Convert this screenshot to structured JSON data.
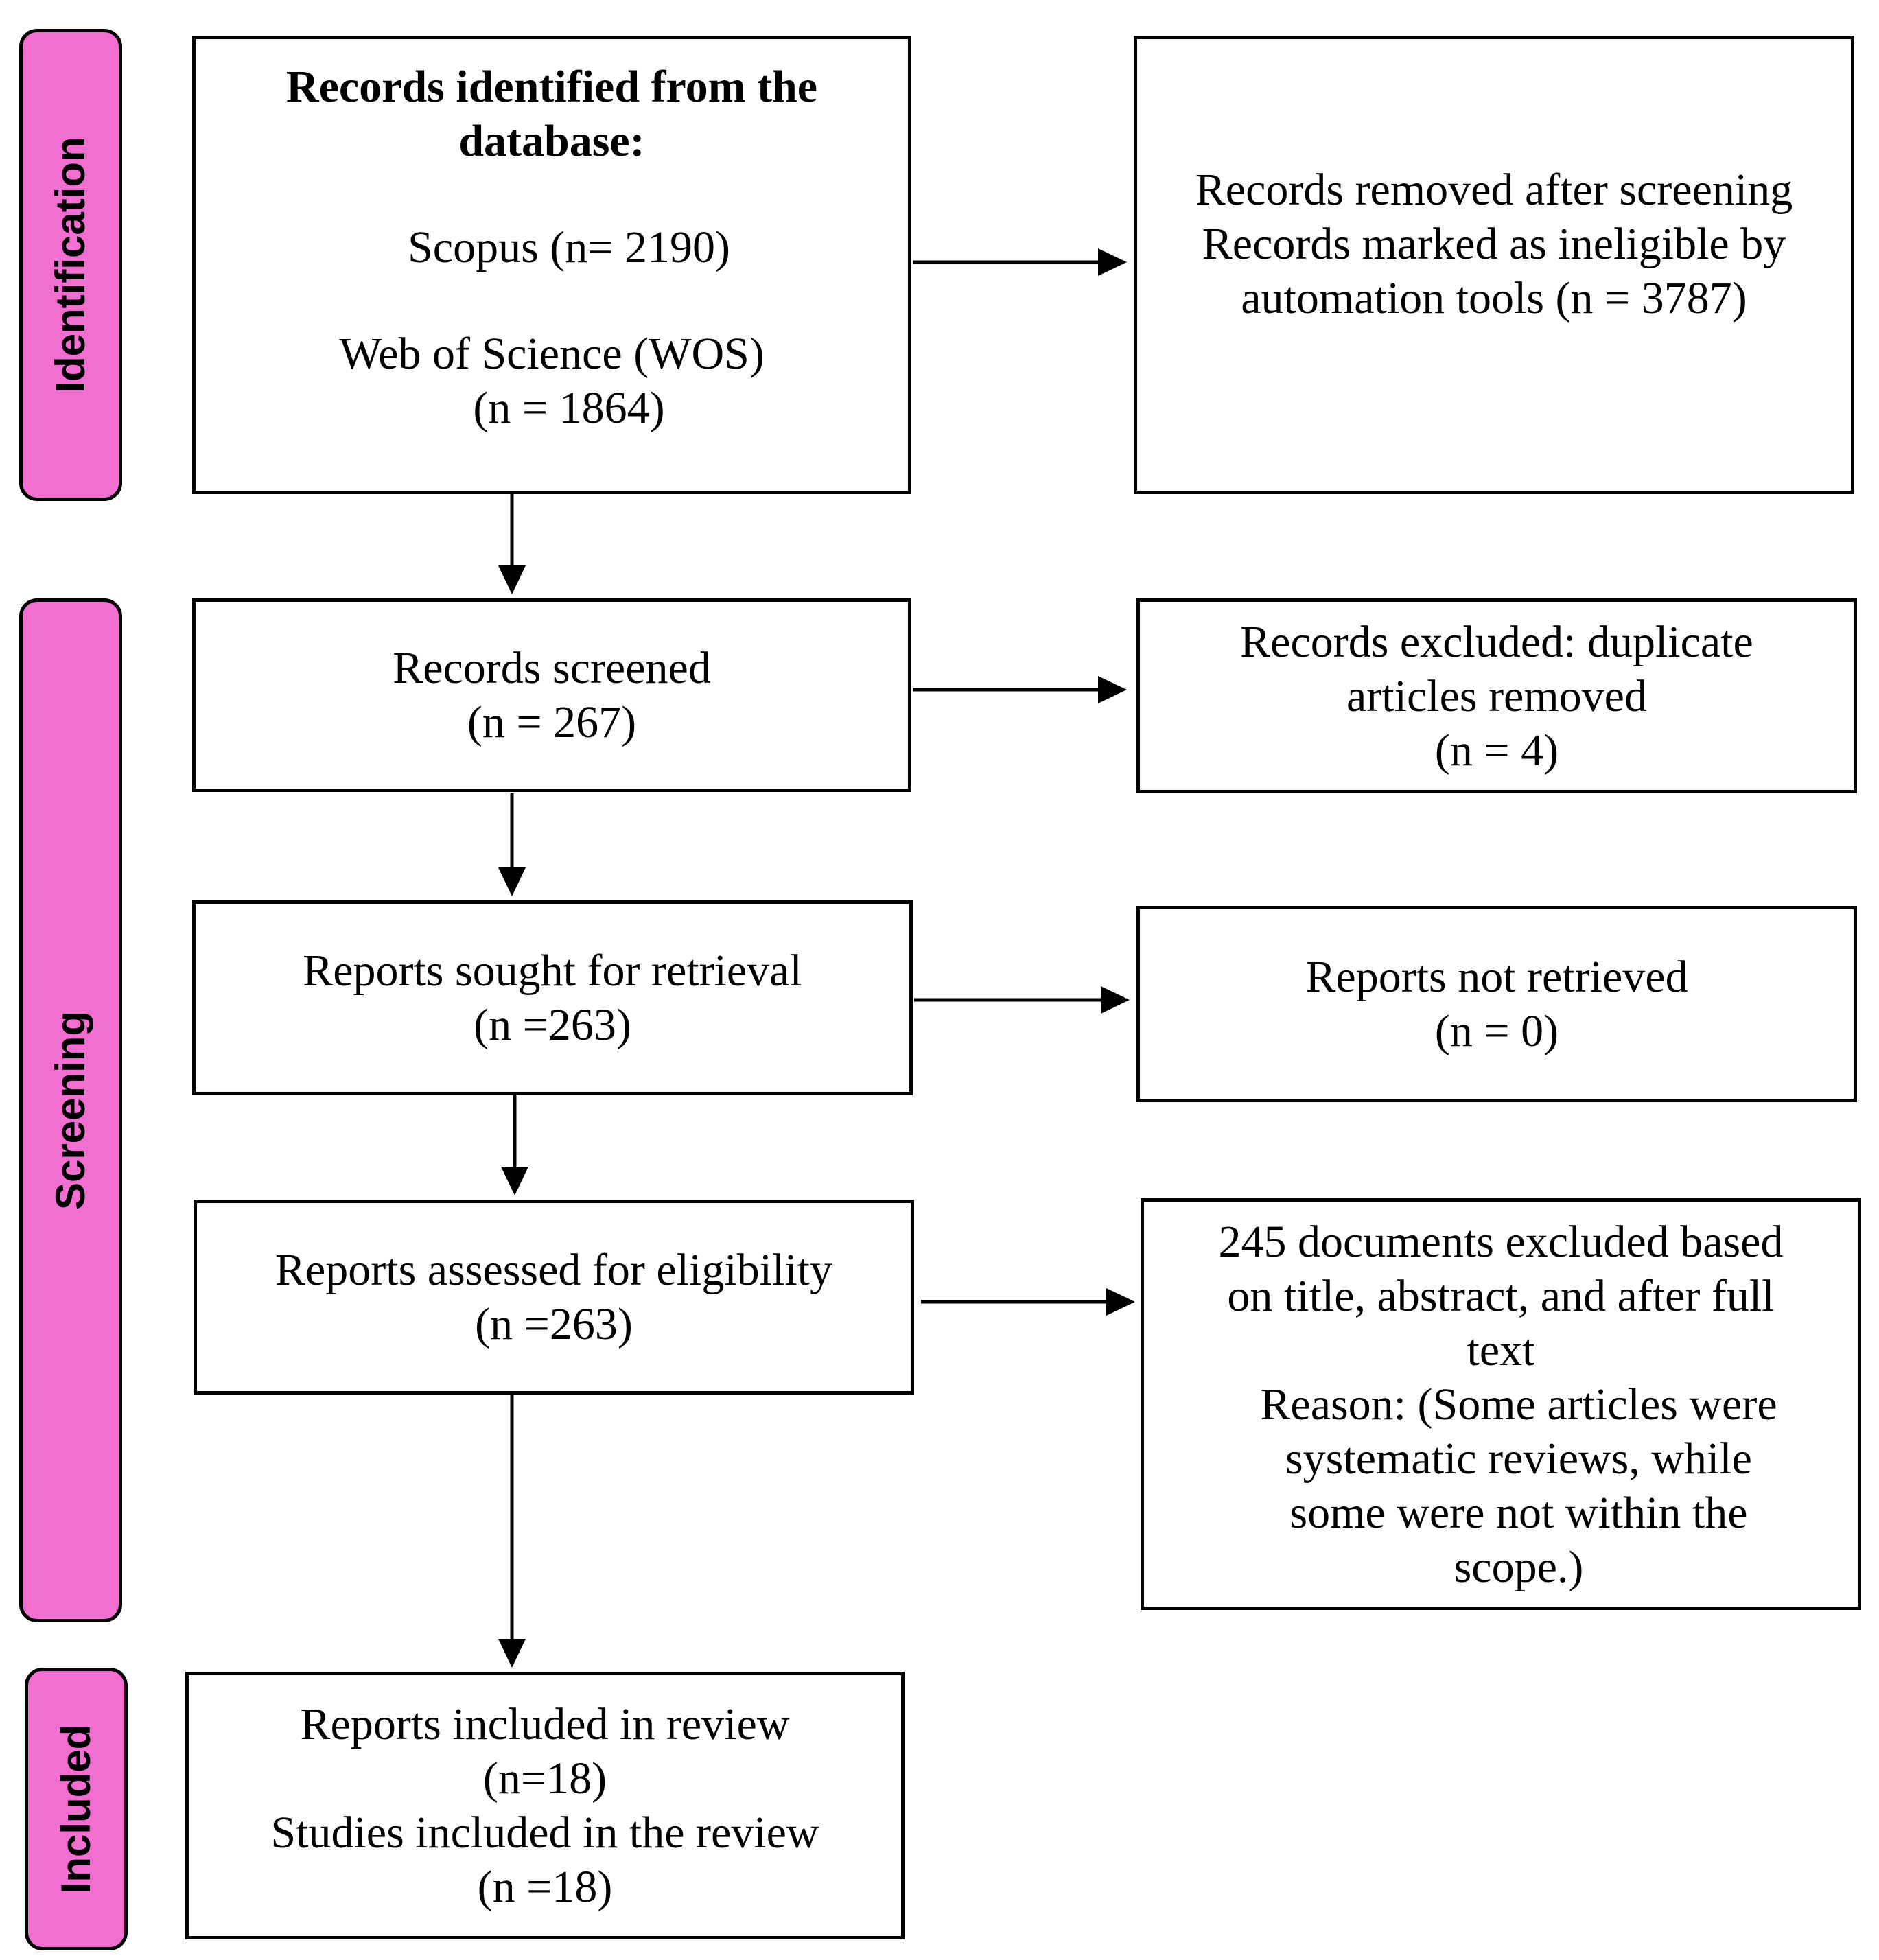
{
  "phases": {
    "identification": "Identification",
    "screening": "Screening",
    "included": "Included"
  },
  "identified": {
    "heading_line1": "Records identified from the",
    "heading_line2": "database:",
    "scopus": "Scopus (n= 2190)",
    "wos_line1": "Web of Science (WOS)",
    "wos_line2": "(n = 1864)"
  },
  "removed": {
    "line1": "Records removed after screening",
    "line2": "Records marked as ineligible by",
    "line3": "automation tools (n = 3787)"
  },
  "screened": {
    "line1": "Records screened",
    "line2": "(n = 267)"
  },
  "excluded_duplicates": {
    "line1": "Records excluded: duplicate",
    "line2": "articles removed",
    "line3": "(n = 4)"
  },
  "sought": {
    "line1": "Reports sought for retrieval",
    "line2": "(n =263)"
  },
  "not_retrieved": {
    "line1": "Reports not retrieved",
    "line2": "(n = 0)"
  },
  "assessed": {
    "line1": "Reports assessed for eligibility",
    "line2": "(n =263)"
  },
  "excluded_full": {
    "line1": "245 documents excluded based",
    "line2": "on title, abstract, and after full",
    "line3": "text",
    "line4": "Reason: (Some articles were",
    "line5": "systematic reviews, while",
    "line6": "some were not within the",
    "line7": "scope.)"
  },
  "included": {
    "line1": "Reports included in review",
    "line2": "(n=18)",
    "line3": "Studies included in the review",
    "line4": "(n =18)"
  }
}
